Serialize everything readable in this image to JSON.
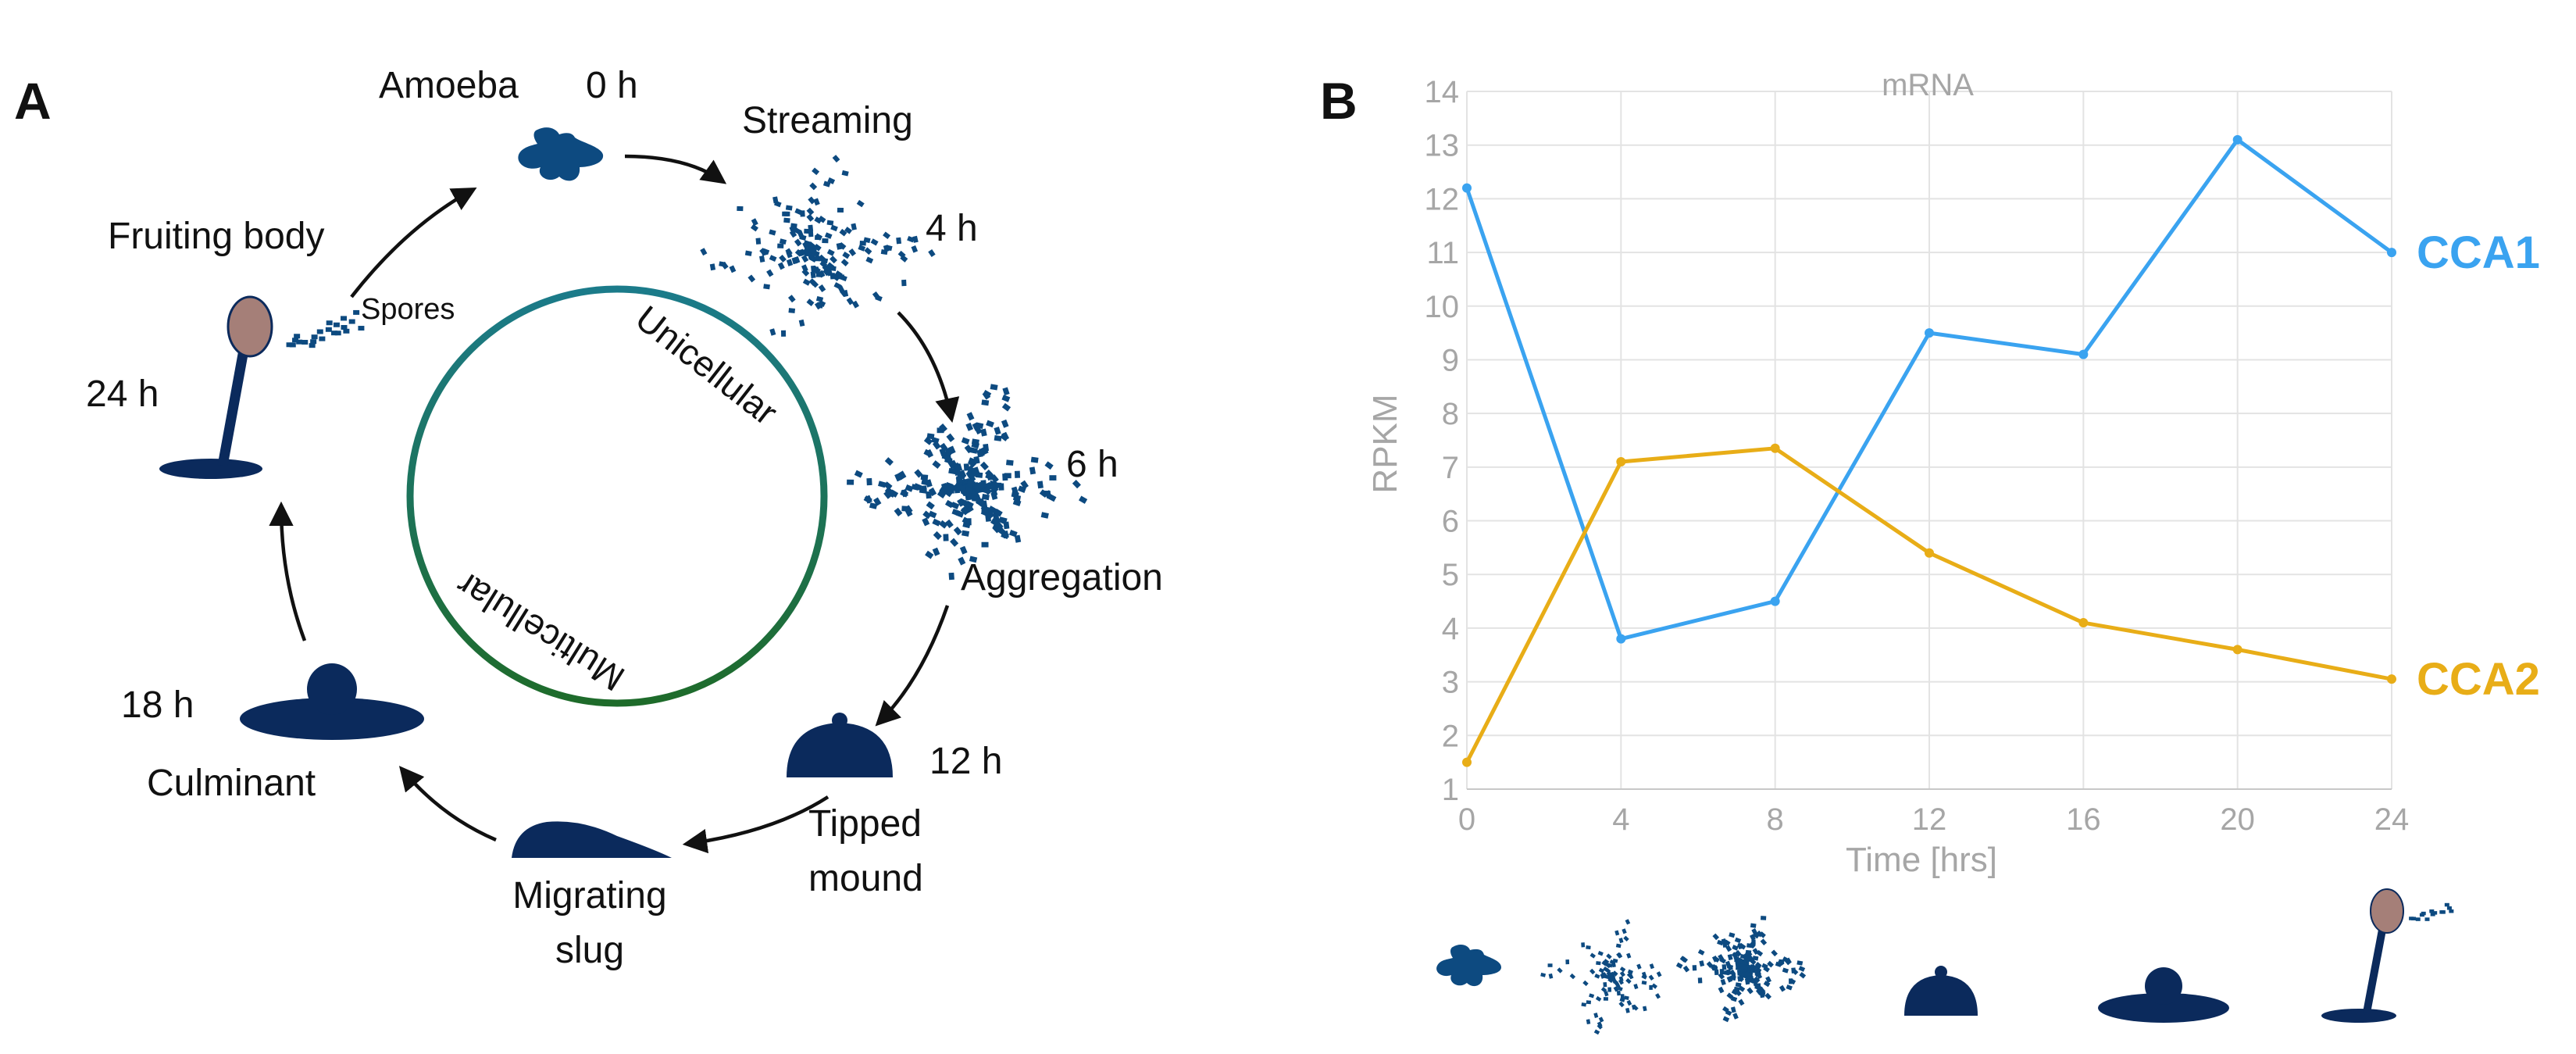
{
  "panel_a": {
    "letter": "A",
    "stages": {
      "amoeba": "Amoeba",
      "amoeba_time": "0 h",
      "streaming": "Streaming",
      "streaming_time": "4 h",
      "aggregation": "Aggregation",
      "aggregation_time": "6 h",
      "tipped_mound_line1": "Tipped",
      "tipped_mound_line2": "mound",
      "tipped_mound_time": "12 h",
      "migrating_slug_line1": "Migrating",
      "migrating_slug_line2": "slug",
      "culminant": "Culminant",
      "culminant_time": "18 h",
      "fruiting_body": "Fruiting body",
      "fruiting_body_time": "24 h",
      "spores": "Spores"
    },
    "ring": {
      "upper": "Unicellular",
      "lower": "Multicellular",
      "color_top": "#1b7b8a",
      "color_bottom": "#1e6b2a"
    },
    "cell_color": "#0d4a80",
    "dark_shape_color": "#0b2a5c",
    "spore_head_color": "#a57f78"
  },
  "panel_b": {
    "letter": "B",
    "chart_data": {
      "type": "line",
      "title": "mRNA",
      "xlabel": "Time [hrs]",
      "ylabel": "RPKM",
      "x": [
        0,
        4,
        8,
        12,
        16,
        20,
        24
      ],
      "xticks": [
        "0",
        "4",
        "8",
        "12",
        "16",
        "20",
        "24"
      ],
      "yticks": [
        "1",
        "2",
        "3",
        "4",
        "5",
        "6",
        "7",
        "8",
        "9",
        "10",
        "11",
        "12",
        "13",
        "14"
      ],
      "xlim": [
        0,
        24
      ],
      "ylim": [
        1,
        14
      ],
      "grid": true,
      "legend": "right, direct labels at line ends",
      "series": [
        {
          "name": "CCA1",
          "color": "#3aa3f0",
          "values": [
            12.2,
            3.8,
            4.5,
            9.5,
            9.1,
            13.1,
            11.0
          ]
        },
        {
          "name": "CCA2",
          "color": "#e8ad17",
          "values": [
            1.5,
            7.1,
            7.35,
            5.4,
            4.1,
            3.6,
            3.05
          ]
        }
      ]
    }
  }
}
